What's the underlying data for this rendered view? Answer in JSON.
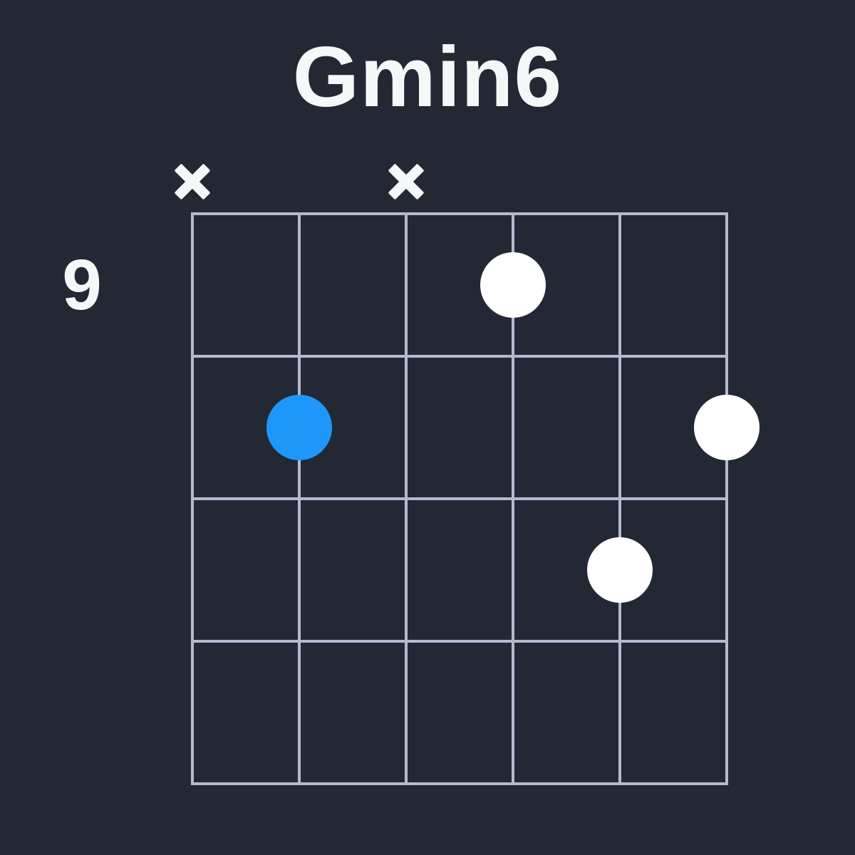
{
  "title": "Gmin6",
  "colors": {
    "background": "#232834",
    "grid_line": "#B2BBCF",
    "dot_white": "#FFFFFF",
    "dot_root_blue": "#1E97FB",
    "text": "#F6F7F9"
  },
  "icons": {
    "muted_string": "x-cross-icon"
  },
  "diagram": {
    "fret_label": "9",
    "strings": 6,
    "frets": 4,
    "muted_strings": [
      1,
      3
    ],
    "dots": [
      {
        "string": 4,
        "fret": 1,
        "color": "white"
      },
      {
        "string": 2,
        "fret": 2,
        "color": "root"
      },
      {
        "string": 6,
        "fret": 2,
        "color": "white"
      },
      {
        "string": 5,
        "fret": 3,
        "color": "white"
      }
    ]
  }
}
